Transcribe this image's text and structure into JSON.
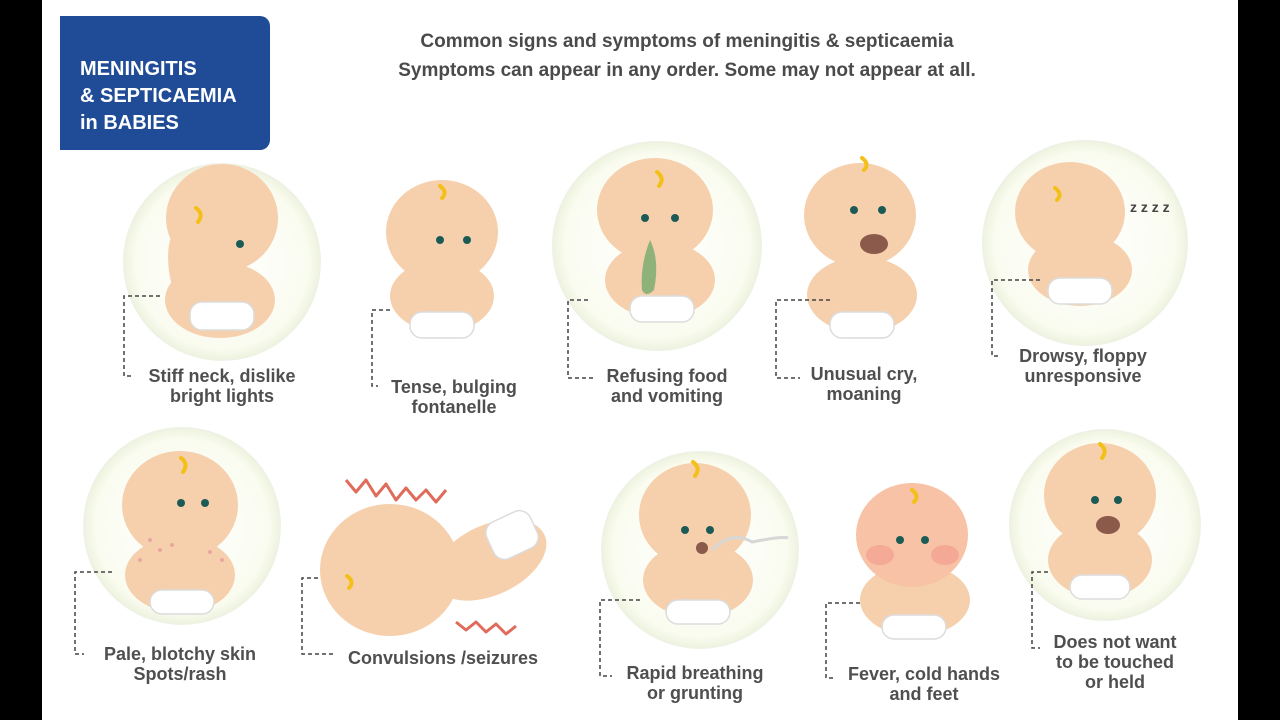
{
  "badge": {
    "line1": "MENINGITIS",
    "line2": "& SEPTICAEMIA",
    "line3": "in BABIES"
  },
  "header": {
    "title": "Common signs and symptoms of meningitis & septicaemia",
    "subtitle": "Symptoms can appear in any order. Some may not appear at all."
  },
  "symptoms": [
    {
      "line1": "Stiff neck, dislike",
      "line2": "bright lights"
    },
    {
      "line1": "Tense, bulging",
      "line2": "fontanelle"
    },
    {
      "line1": "Refusing food",
      "line2": "and vomiting"
    },
    {
      "line1": "Unusual cry,",
      "line2": "moaning"
    },
    {
      "line1": "Drowsy, floppy",
      "line2": "unresponsive"
    },
    {
      "line1": "Pale, blotchy skin",
      "line2": "Spots/rash"
    },
    {
      "line1": "Convulsions /seizures",
      "line2": ""
    },
    {
      "line1": "Rapid breathing",
      "line2": "or grunting"
    },
    {
      "line1": "Fever, cold hands",
      "line2": "and feet"
    },
    {
      "line1": "Does not want",
      "line2": "to be touched",
      "line3": "or held"
    }
  ],
  "sleep_text": "z z z z",
  "colors": {
    "badge": "#1f4b97",
    "skin": "#f6d0ad",
    "hair": "#f2c018",
    "eye": "#1c5b55",
    "caption": "#4f4f4f"
  }
}
